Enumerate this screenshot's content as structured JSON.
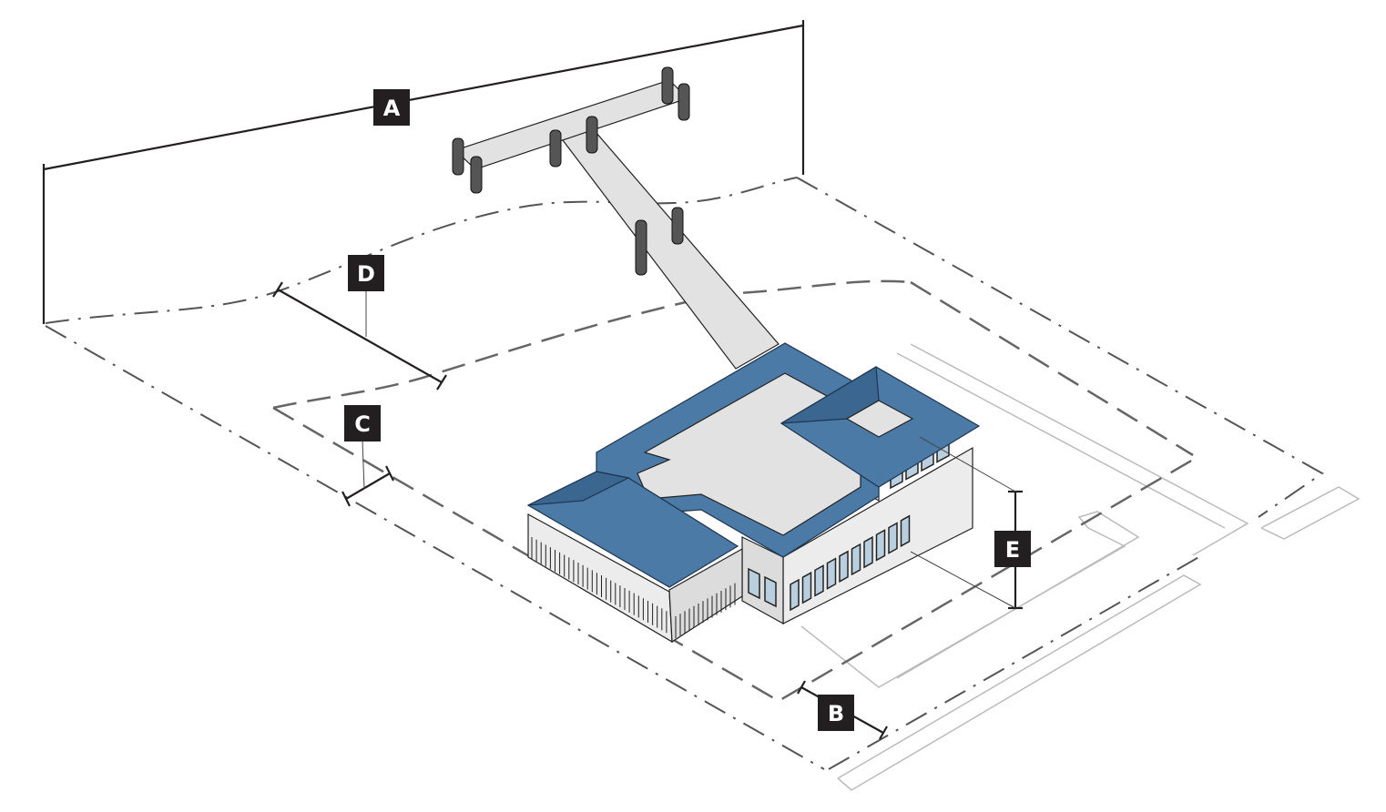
{
  "diagram": {
    "labels": {
      "a": "A",
      "b": "B",
      "c": "C",
      "d": "D",
      "e": "E"
    },
    "colors": {
      "roof": "#4a7aa5",
      "label_box": "#231f20",
      "window": "#b9cfe0"
    }
  }
}
